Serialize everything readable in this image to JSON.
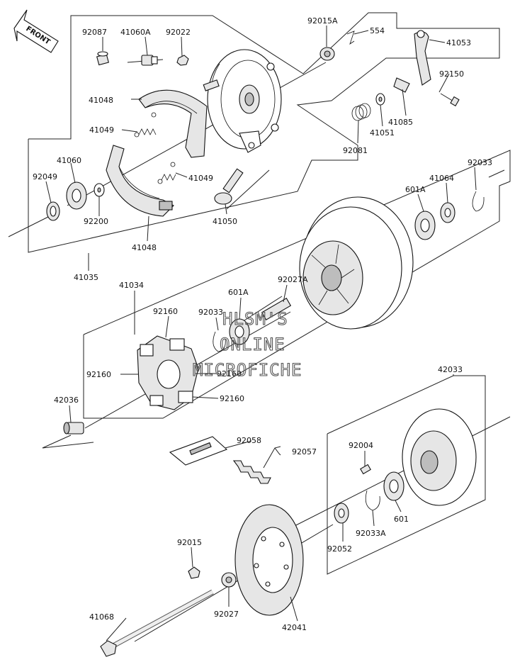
{
  "front_badge": "FRONT",
  "watermark": [
    "HLSM'S",
    "ONLINE",
    "MICROFICHE"
  ],
  "labels": [
    "92087",
    "41060A",
    "92022",
    "92015A",
    "554",
    "41053",
    "92150",
    "41048",
    "41049",
    "41085",
    "41051",
    "92081",
    "41049",
    "41060",
    "92049",
    "92200",
    "41050",
    "41048",
    "92033",
    "41064",
    "601A",
    "41035",
    "41034",
    "92027A",
    "92160",
    "92033",
    "601A",
    "92160",
    "92160",
    "92160",
    "42036",
    "42033",
    "92058",
    "92057",
    "92004",
    "601",
    "92033A",
    "92052",
    "92015",
    "92027",
    "42041",
    "41068"
  ]
}
